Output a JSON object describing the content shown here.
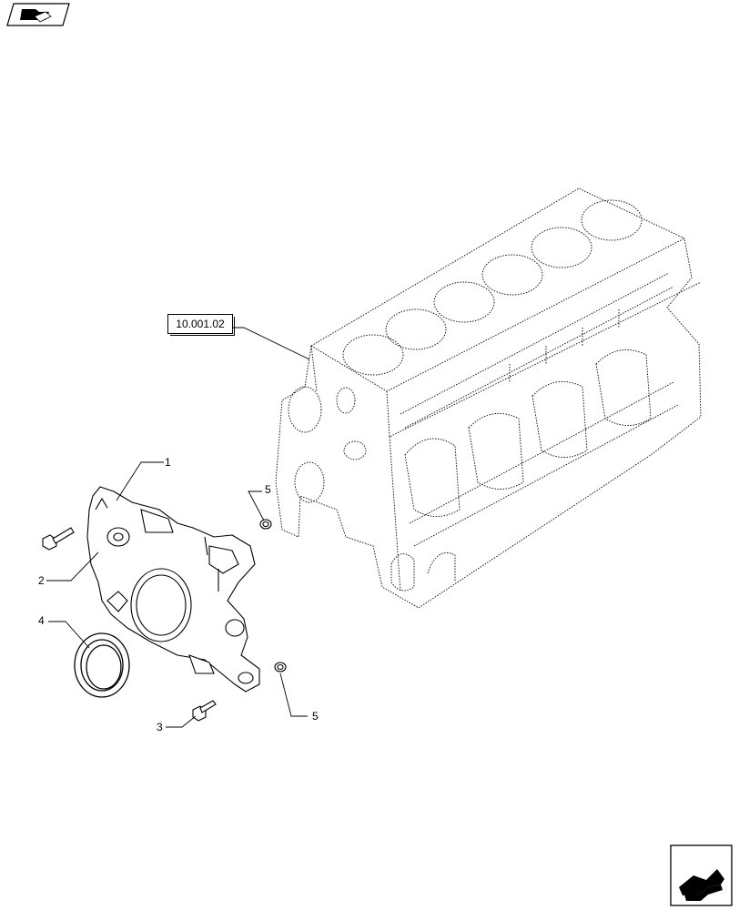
{
  "header": {
    "icon": "book-arrow-icon"
  },
  "footer": {
    "icon": "next-page-arrow-icon"
  },
  "reference": {
    "label": "10.001.02"
  },
  "callouts": [
    {
      "id": "c1",
      "label": "1"
    },
    {
      "id": "c2",
      "label": "2"
    },
    {
      "id": "c3",
      "label": "3"
    },
    {
      "id": "c4",
      "label": "4"
    },
    {
      "id": "c5a",
      "label": "5"
    },
    {
      "id": "c5b",
      "label": "5"
    }
  ]
}
